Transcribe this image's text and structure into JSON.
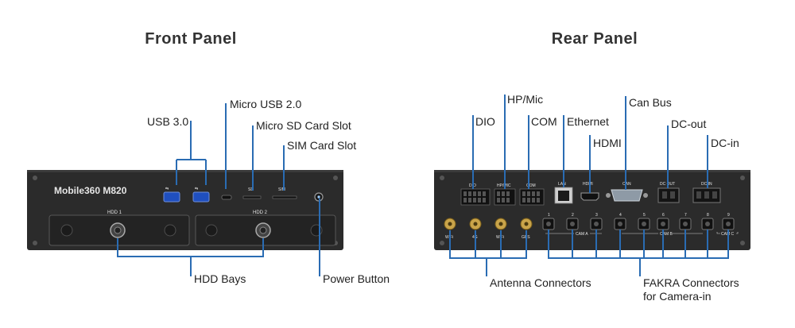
{
  "front": {
    "title": "Front Panel",
    "brand": "Mobile360 M820",
    "silkscreen": {
      "hdd1": "HDD 1",
      "hdd2": "HDD 2",
      "sd": "SD",
      "sim": "SIM"
    },
    "labels": {
      "usb3": "USB 3.0",
      "micro_usb": "Micro USB 2.0",
      "micro_sd": "Micro SD Card Slot",
      "sim": "SIM Card Slot",
      "hdd_bays": "HDD Bays",
      "power": "Power Button"
    }
  },
  "rear": {
    "title": "Rear Panel",
    "silkscreen": {
      "dio": "DIO",
      "hpmic": "HP/MIC",
      "com": "COM",
      "lan": "LAN",
      "hdmi": "HDMI",
      "can": "CAN",
      "dcout": "DC OUT",
      "dcin": "DC IN",
      "ant": [
        "WiFi",
        "4G",
        "WiFi",
        "GPS"
      ],
      "cam_nums": [
        "1",
        "2",
        "3",
        "4",
        "5",
        "6",
        "7",
        "8",
        "9"
      ],
      "cam_a": "CAM A",
      "cam_b": "CAM B",
      "cam_c": "CAM C"
    },
    "labels": {
      "hpmic": "HP/Mic",
      "dio": "DIO",
      "com": "COM",
      "ethernet": "Ethernet",
      "canbus": "Can Bus",
      "hdmi": "HDMI",
      "dcout": "DC-out",
      "dcin": "DC-in",
      "antenna": "Antenna Connectors",
      "fakra": "FAKRA Connectors",
      "fakra2": "for Camera-in"
    }
  },
  "colors": {
    "leader": "#2a6cb3",
    "chassis": "#2b2b2b",
    "usb_blue": "#1f4fbf",
    "text": "#222222"
  }
}
